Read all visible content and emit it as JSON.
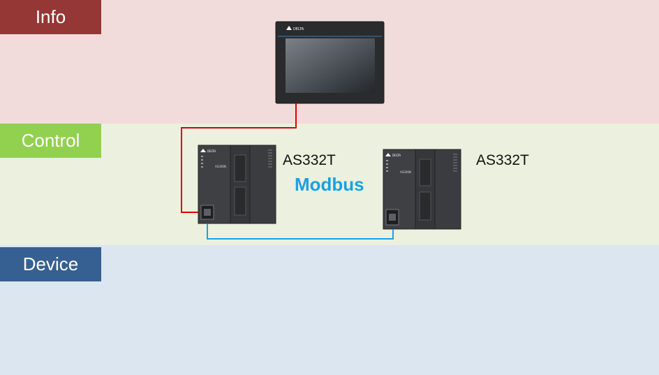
{
  "layers": {
    "info": {
      "label": "Info",
      "color": "#953735"
    },
    "control": {
      "label": "Control",
      "color": "#92d050"
    },
    "device": {
      "label": "Device",
      "color": "#366092"
    }
  },
  "devices": {
    "hmi": {
      "brand": "DELTA"
    },
    "plc1": {
      "label": "AS332T",
      "model_text": "AS300N"
    },
    "plc2": {
      "label": "AS332T",
      "model_text": "AS300N"
    }
  },
  "links": {
    "modbus": {
      "label": "Modbus",
      "color": "#1ba1e2"
    },
    "ethernet_color": "#e00000"
  }
}
